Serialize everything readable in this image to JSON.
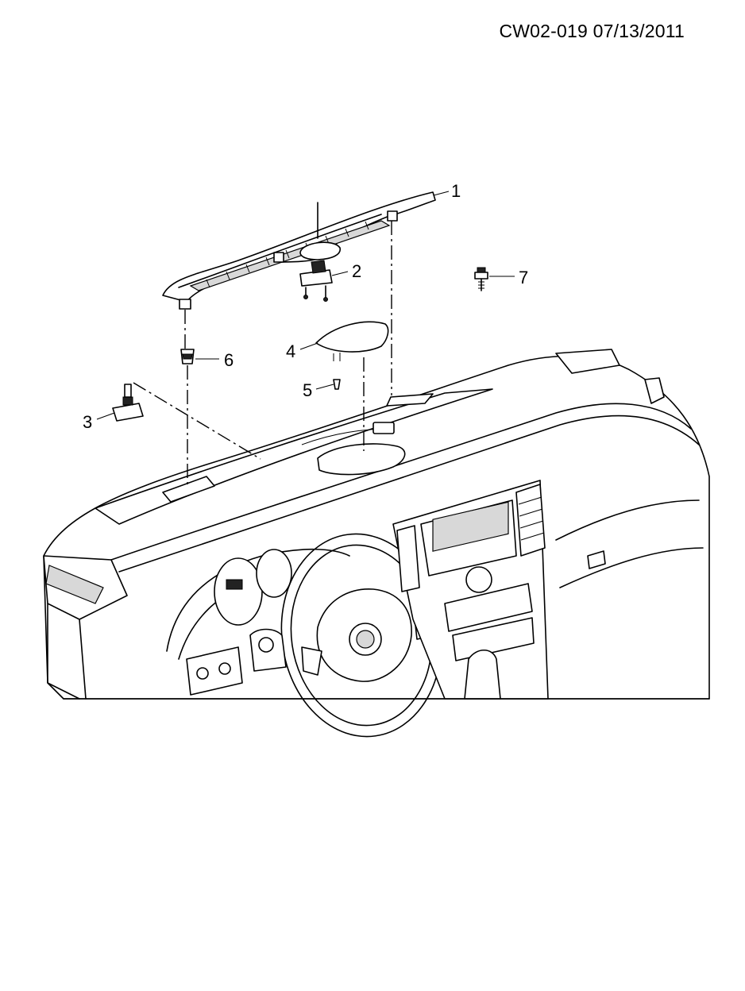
{
  "header": {
    "document_code": "CW02-019 07/13/2011"
  },
  "callouts": [
    {
      "number": "1",
      "part": "speaker-grille-panel"
    },
    {
      "number": "2",
      "part": "bracket"
    },
    {
      "number": "3",
      "part": "sensor"
    },
    {
      "number": "4",
      "part": "cover"
    },
    {
      "number": "5",
      "part": "clip"
    },
    {
      "number": "6",
      "part": "retainer"
    },
    {
      "number": "7",
      "part": "bolt"
    }
  ]
}
